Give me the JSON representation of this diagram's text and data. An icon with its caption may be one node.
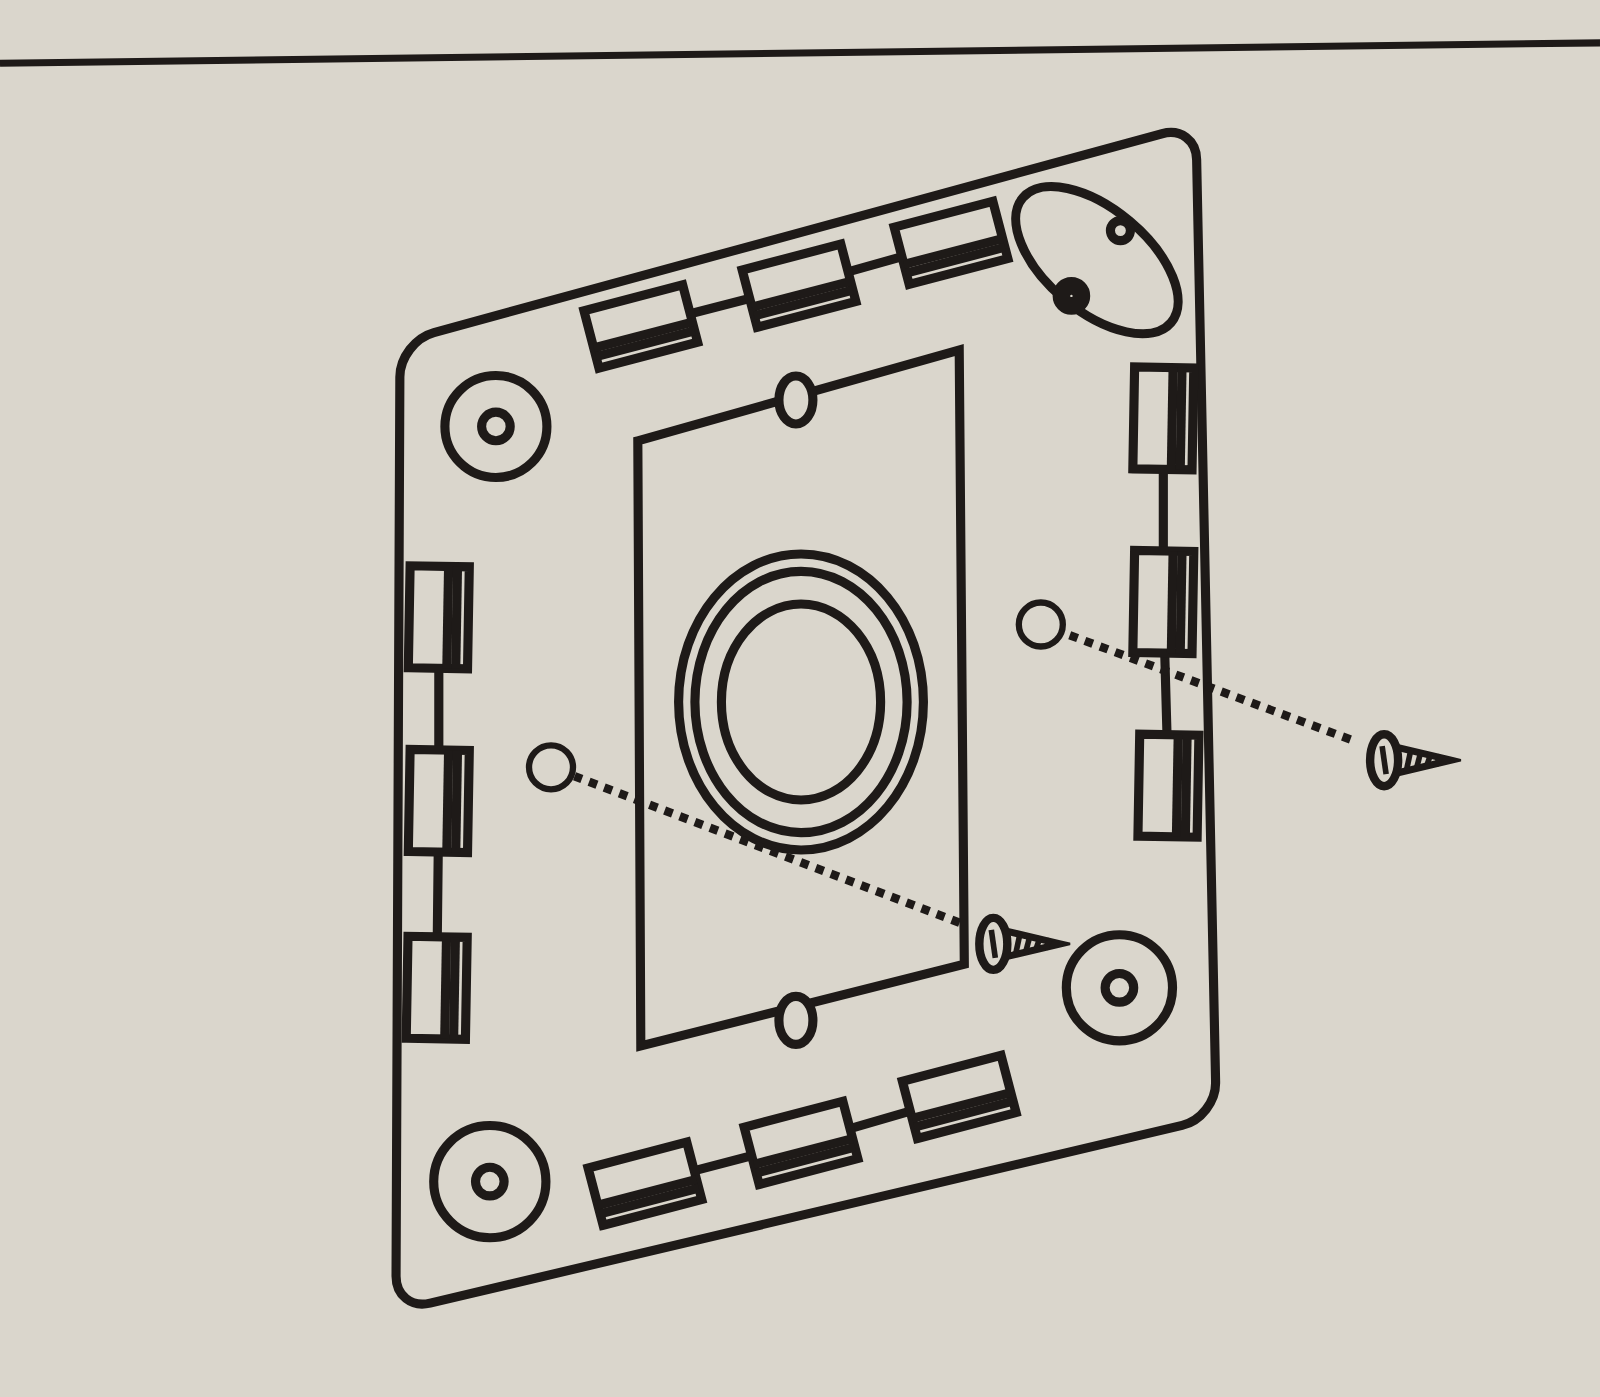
{
  "diagram": {
    "nodes": [
      {
        "text": [],
        "shape": "circle"
      },
      {
        "text": [],
        "shape": "circle"
      },
      {
        "text": [],
        "shape": "picture"
      },
      {
        "text": [],
        "shape": "picture"
      }
    ],
    "edges": [
      {
        "from": 2,
        "to": 0,
        "arrow": "none",
        "style": "dashed"
      },
      {
        "from": 3,
        "to": 1,
        "arrow": "none",
        "style": "dashed"
      }
    ]
  }
}
